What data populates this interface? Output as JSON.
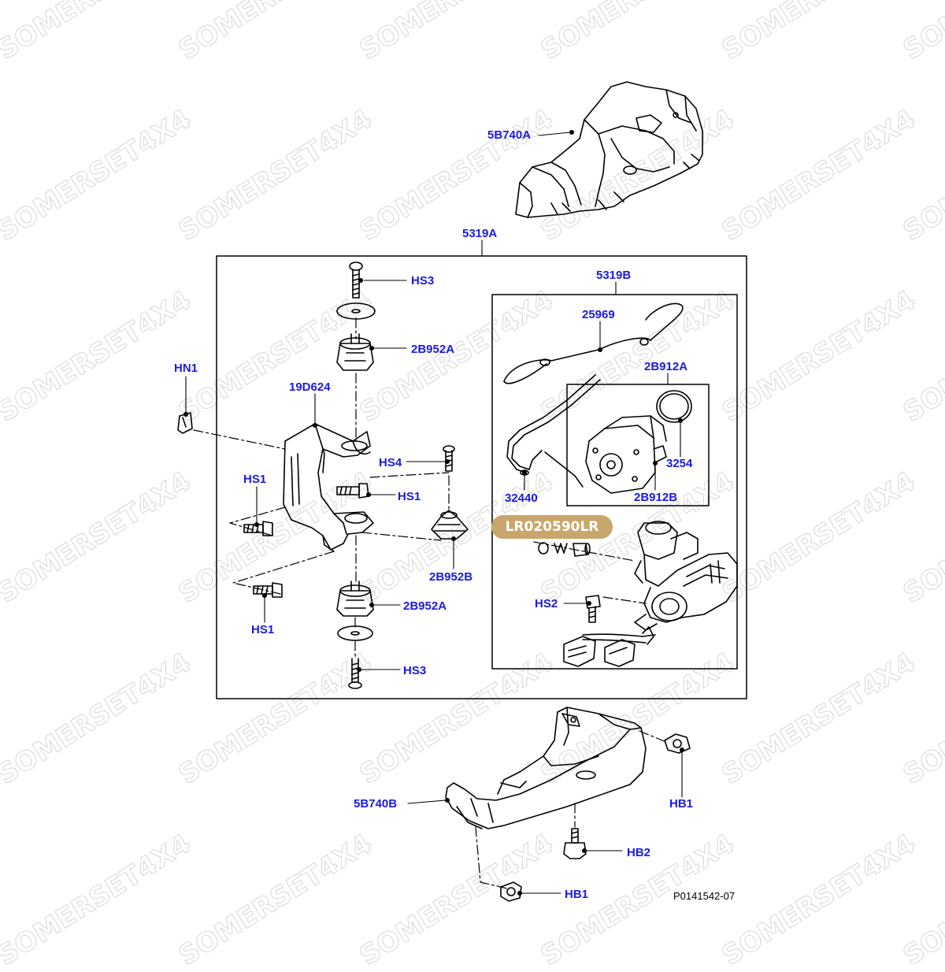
{
  "watermark": "SOMERSET4X4",
  "highlight": {
    "part_number": "LR020590LR",
    "color": "#c9a66b"
  },
  "label_color": "#1a1ae6",
  "reference": "P0141542-07",
  "labels": {
    "l_5b740a": "5B740A",
    "l_5319a": "5319A",
    "l_5319b": "5319B",
    "l_hs3_top": "HS3",
    "l_2b952a_top": "2B952A",
    "l_hn1": "HN1",
    "l_19d624": "19D624",
    "l_hs4": "HS4",
    "l_hs1_left": "HS1",
    "l_hs1_right": "HS1",
    "l_2b952b": "2B952B",
    "l_2b952a_bottom": "2B952A",
    "l_hs1_bottom": "HS1",
    "l_hs3_bottom": "HS3",
    "l_25969": "25969",
    "l_2b912a": "2B912A",
    "l_3254": "3254",
    "l_32440": "32440",
    "l_2b912b": "2B912B",
    "l_hs2": "HS2",
    "l_5b740b": "5B740B",
    "l_hb1_right": "HB1",
    "l_hb2": "HB2",
    "l_hb1_bottom": "HB1"
  }
}
